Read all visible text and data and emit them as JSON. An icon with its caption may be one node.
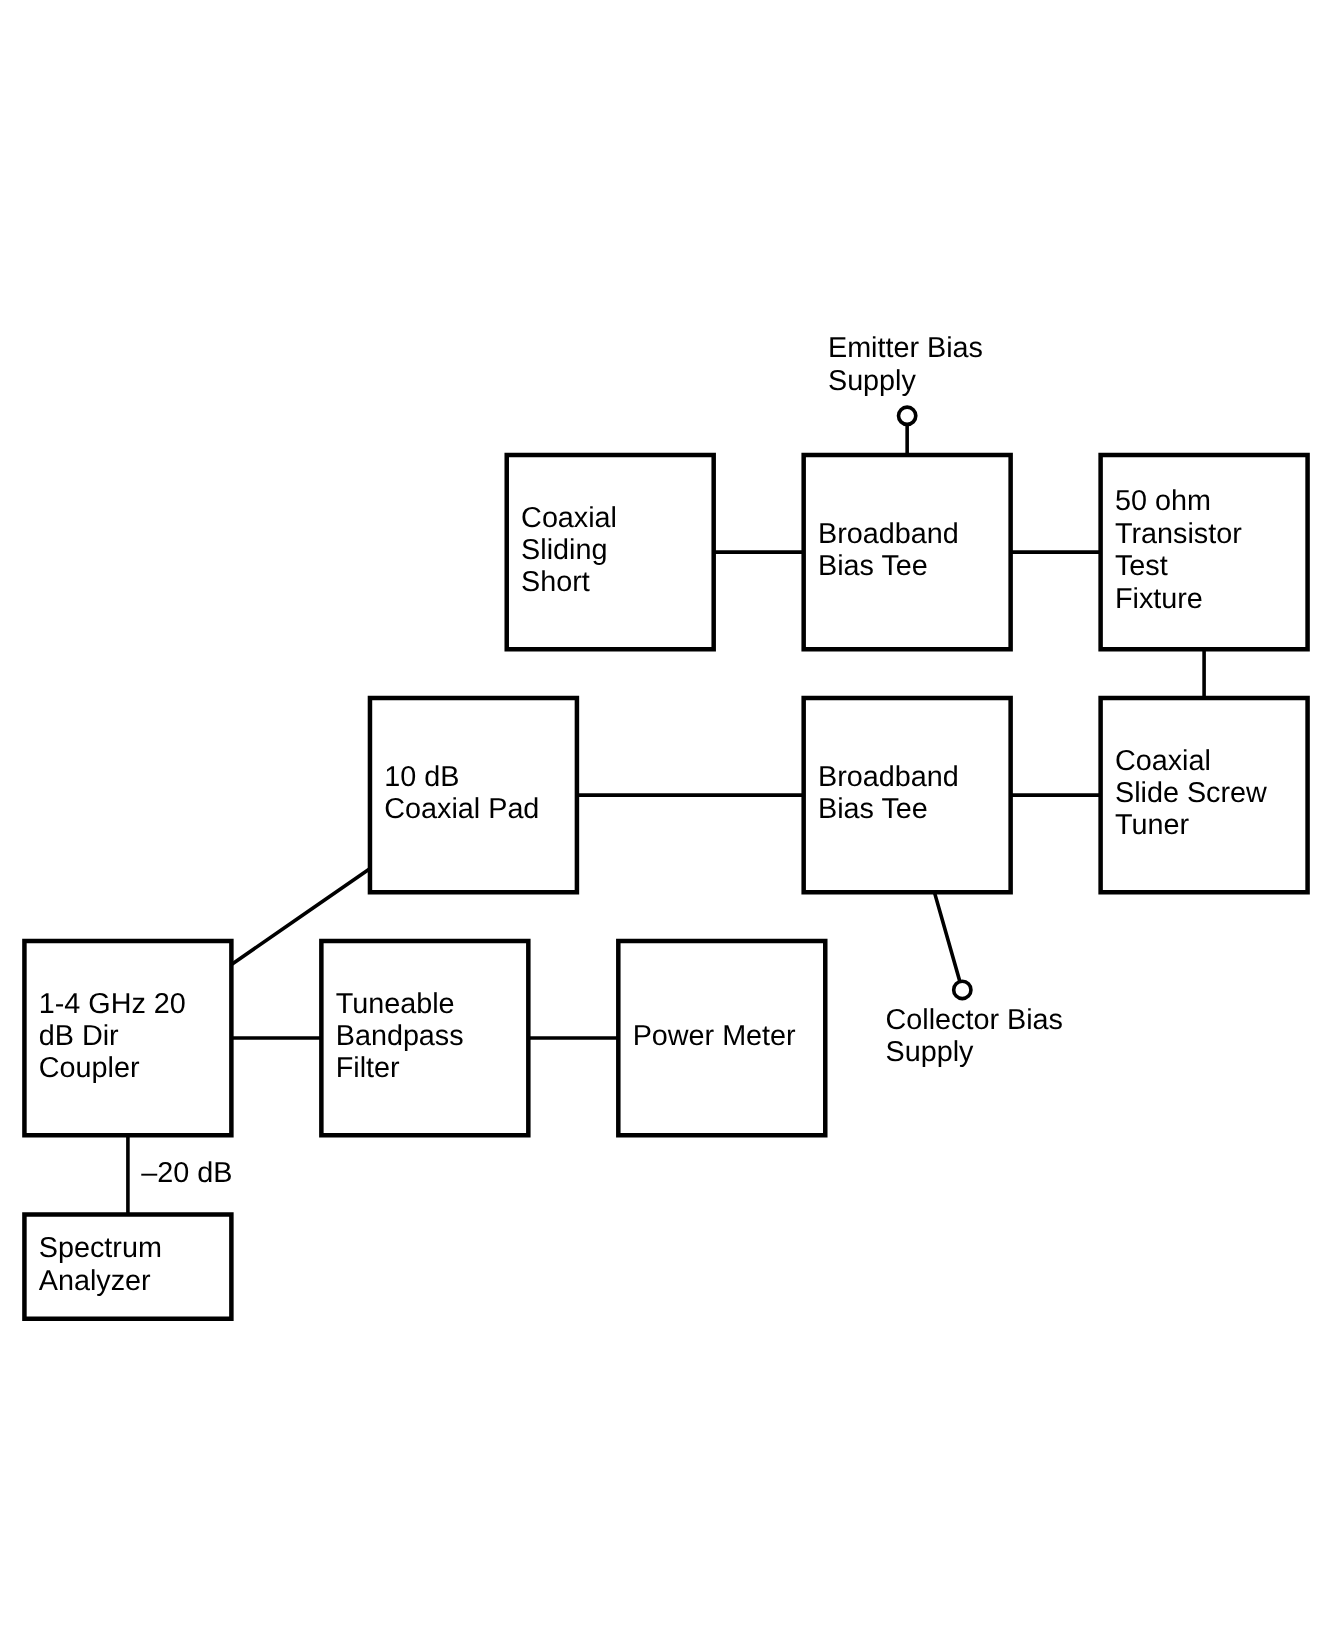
{
  "diagram": {
    "nodes": [
      {
        "text": [
          "Emitter Bias Supply"
        ]
      },
      {
        "text": [
          "Coaxial Sliding Short"
        ]
      },
      {
        "text": [
          "Broadband Bias Tee"
        ]
      },
      {
        "text": [
          "50 ohm Transistor Test Fixture"
        ]
      },
      {
        "text": [
          "10 dB Coaxial Pad"
        ]
      },
      {
        "text": [
          "Broadband Bias Tee"
        ]
      },
      {
        "text": [
          "Coaxial Slide Screw Tuner"
        ]
      },
      {
        "text": [
          "Collector Bias Supply"
        ]
      },
      {
        "text": [
          "1-4 GHz 20 dB Dir Coupler"
        ]
      },
      {
        "text": [
          "Tuneable Bandpass Filter"
        ]
      },
      {
        "text": [
          "Power Meter"
        ]
      },
      {
        "text": [
          "Spectrum Analyzer"
        ]
      }
    ],
    "edges": [
      {
        "from": 0,
        "to": 2,
        "arrow": "other"
      },
      {
        "from": 1,
        "to": 2,
        "arrow": "none"
      },
      {
        "from": 2,
        "to": 3,
        "arrow": "none"
      },
      {
        "from": 3,
        "to": 6,
        "arrow": "none"
      },
      {
        "from": 4,
        "to": 5,
        "arrow": "none"
      },
      {
        "from": 5,
        "to": 6,
        "arrow": "none"
      },
      {
        "from": 5,
        "to": 7,
        "arrow": "other"
      },
      {
        "from": 4,
        "to": 8,
        "arrow": "none"
      },
      {
        "from": 8,
        "to": 9,
        "arrow": "none"
      },
      {
        "from": 9,
        "to": 10,
        "arrow": "none"
      },
      {
        "from": 8,
        "to": 11,
        "arrow": "none",
        "label": "–20 dB"
      }
    ]
  }
}
